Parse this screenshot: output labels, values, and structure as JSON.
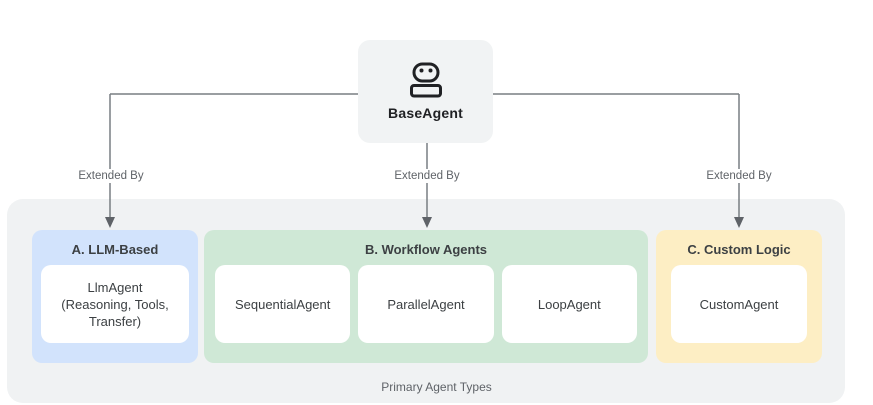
{
  "base_agent": {
    "label": "BaseAgent",
    "icon": "robot-icon"
  },
  "connectors": [
    {
      "label": "Extended By"
    },
    {
      "label": "Extended By"
    },
    {
      "label": "Extended By"
    }
  ],
  "groups": [
    {
      "title": "A. LLM-Based",
      "color": "#d2e3fc",
      "children": [
        {
          "label": "LlmAgent",
          "sublabel": "(Reasoning, Tools, Transfer)"
        }
      ]
    },
    {
      "title": "B. Workflow Agents",
      "color": "#cfe8d6",
      "children": [
        {
          "label": "SequentialAgent"
        },
        {
          "label": "ParallelAgent"
        },
        {
          "label": "LoopAgent"
        }
      ]
    },
    {
      "title": "C. Custom Logic",
      "color": "#fdeec4",
      "children": [
        {
          "label": "CustomAgent"
        }
      ]
    }
  ],
  "footer": {
    "label": "Primary Agent Types"
  },
  "colors": {
    "background": "#ffffff",
    "panel": "#f0f2f3",
    "base_node_fill": "#f1f3f4",
    "card_fill": "#ffffff",
    "line": "#797e82",
    "arrow": "#5f6368",
    "title_text": "#3c4043",
    "muted_text": "#5f6368",
    "dark_text": "#202124"
  }
}
